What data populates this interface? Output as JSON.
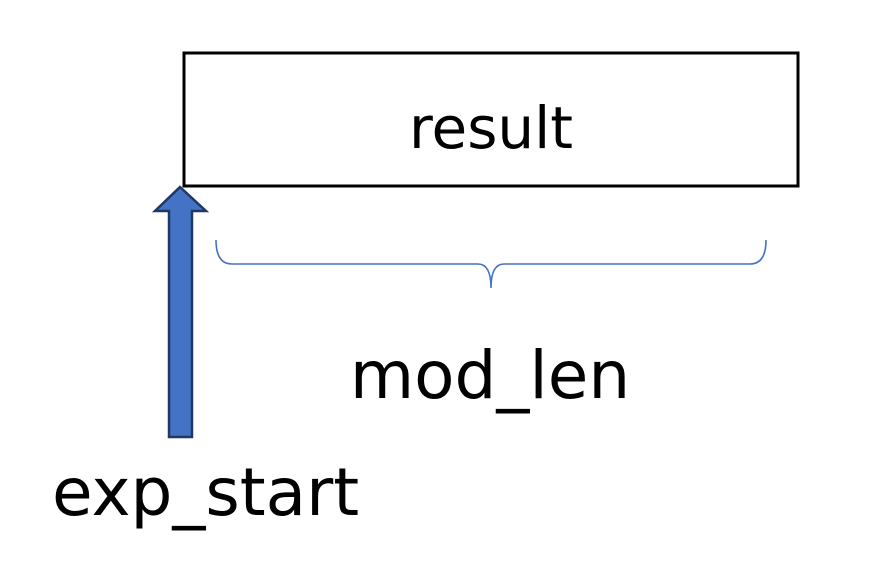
{
  "diagram": {
    "box": {
      "label": "result"
    },
    "brace": {
      "label": "mod_len"
    },
    "pointer": {
      "label": "exp_start"
    }
  },
  "colors": {
    "box_border": "#000000",
    "brace": "#4472C4",
    "arrow_fill": "#4472C4",
    "arrow_outline": "#1F3864",
    "text": "#000000"
  }
}
